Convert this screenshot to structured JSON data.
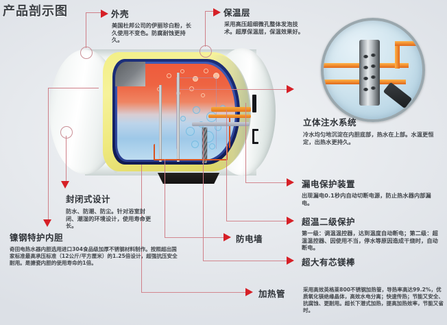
{
  "page": {
    "title": "产品剖示图",
    "accent_red": "#d62027",
    "leader_color": "#cf7f88",
    "background": "#e4e7eb"
  },
  "callouts": {
    "shell": {
      "heading": "外壳",
      "body": "美国杜邦公司的伊丽珍白粉，长久使用不变色。防腐耐蚀更持久。"
    },
    "insulation": {
      "heading": "保温层",
      "body": "采用高压超细微孔整体发泡技术。超厚保温层，保温效果好。"
    },
    "sealed_design": {
      "heading": "封闭式设计",
      "body": "防水、防潮、防尘。针对浴室封闭、潮湿的环境设计，使用寿命更长。"
    },
    "nickel_steel_liner": {
      "heading": "镍钢特护内胆",
      "body": "奇田电热水器内胆选用进口304食品级加厚不锈钢材料制作。按照超出国家标准最高承压标准（12公斤/平方厘米）的1.25倍设计，超强抗压安全耐用。是搪瓷内胆的使用寿命的1倍。"
    },
    "water_injection": {
      "heading": "立体注水系统",
      "body": "冷水均匀地沉淀在内胆底部，热水在上部。水温更恒定，出热水更持久。"
    },
    "leakage_protection": {
      "heading": "漏电保护装置",
      "body": "出现漏电0.1秒内自动切断电源，防止热水器内部漏电。"
    },
    "over_temp_protection": {
      "heading": "超温二级保护",
      "body": "第一级：调温温控器，达到温度自动断电；第二级：超温温控器、因使用不当，停水等原因造成干烧时，自动断电。"
    },
    "magnesium_rod": {
      "heading": "超大有芯镁棒"
    },
    "anti_electric_wall": {
      "heading": "防电墙"
    },
    "heating_tube": {
      "heading": "加热管",
      "body": "采用高效英格莱800不锈钢加热管，导热率高达99.2%，优质氧化镁绝缘晶体，高效水电分离；快速传热；节能又安全、抗腐蚀、更耐用。超长下潜式加热，提高加热效率，节能又省时。"
    }
  }
}
